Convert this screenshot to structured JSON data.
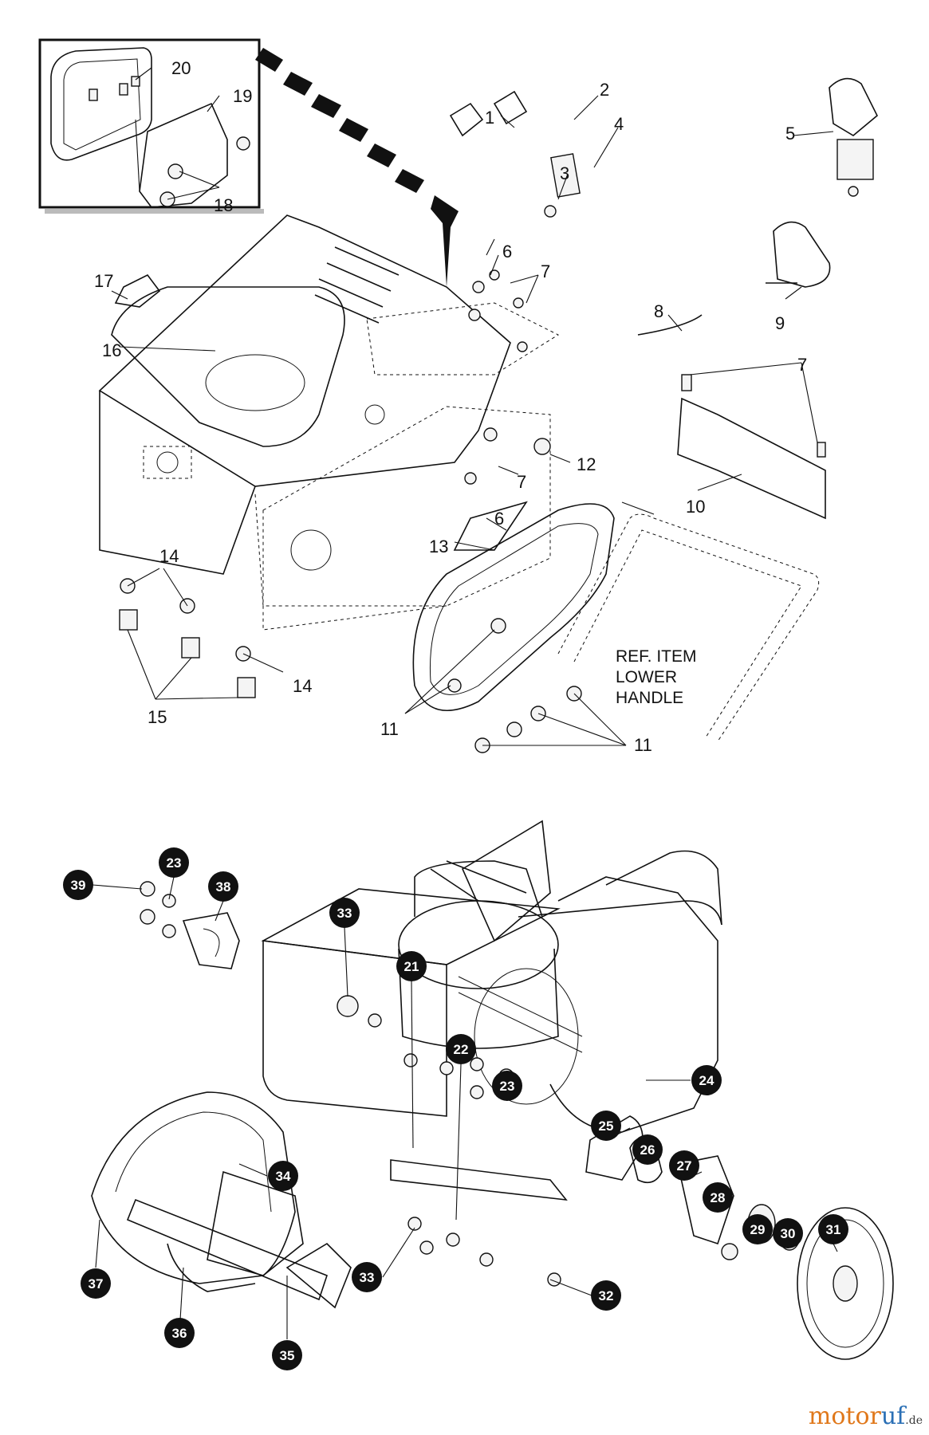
{
  "diagram": {
    "top_labels": [
      {
        "id": "1",
        "text": "1"
      },
      {
        "id": "2",
        "text": "2"
      },
      {
        "id": "3",
        "text": "3"
      },
      {
        "id": "4",
        "text": "4"
      },
      {
        "id": "5",
        "text": "5"
      },
      {
        "id": "6a",
        "text": "6"
      },
      {
        "id": "7a",
        "text": "7"
      },
      {
        "id": "8",
        "text": "8"
      },
      {
        "id": "9",
        "text": "9"
      },
      {
        "id": "7b",
        "text": "7"
      },
      {
        "id": "10",
        "text": "10"
      },
      {
        "id": "11a",
        "text": "11"
      },
      {
        "id": "11b",
        "text": "11"
      },
      {
        "id": "12",
        "text": "12"
      },
      {
        "id": "13",
        "text": "13"
      },
      {
        "id": "14a",
        "text": "14"
      },
      {
        "id": "14b",
        "text": "14"
      },
      {
        "id": "15",
        "text": "15"
      },
      {
        "id": "16",
        "text": "16"
      },
      {
        "id": "17",
        "text": "17"
      },
      {
        "id": "18",
        "text": "18"
      },
      {
        "id": "19",
        "text": "19"
      },
      {
        "id": "20",
        "text": "20"
      },
      {
        "id": "6b",
        "text": "6"
      },
      {
        "id": "7c",
        "text": "7"
      }
    ],
    "ref_note": [
      "REF. ITEM",
      "LOWER",
      "HANDLE"
    ],
    "bottom_bubbles": [
      {
        "id": "39",
        "text": "39"
      },
      {
        "id": "23a",
        "text": "23"
      },
      {
        "id": "38",
        "text": "38"
      },
      {
        "id": "33a",
        "text": "33"
      },
      {
        "id": "21",
        "text": "21"
      },
      {
        "id": "22",
        "text": "22"
      },
      {
        "id": "23b",
        "text": "23"
      },
      {
        "id": "24",
        "text": "24"
      },
      {
        "id": "25",
        "text": "25"
      },
      {
        "id": "26",
        "text": "26"
      },
      {
        "id": "27",
        "text": "27"
      },
      {
        "id": "28",
        "text": "28"
      },
      {
        "id": "29",
        "text": "29"
      },
      {
        "id": "30",
        "text": "30"
      },
      {
        "id": "31",
        "text": "31"
      },
      {
        "id": "32",
        "text": "32"
      },
      {
        "id": "33b",
        "text": "33"
      },
      {
        "id": "34",
        "text": "34"
      },
      {
        "id": "35",
        "text": "35"
      },
      {
        "id": "36",
        "text": "36"
      },
      {
        "id": "37",
        "text": "37"
      }
    ],
    "watermark": {
      "main_a": "motor",
      "main_b": "uf",
      "suffix": ".de"
    }
  }
}
